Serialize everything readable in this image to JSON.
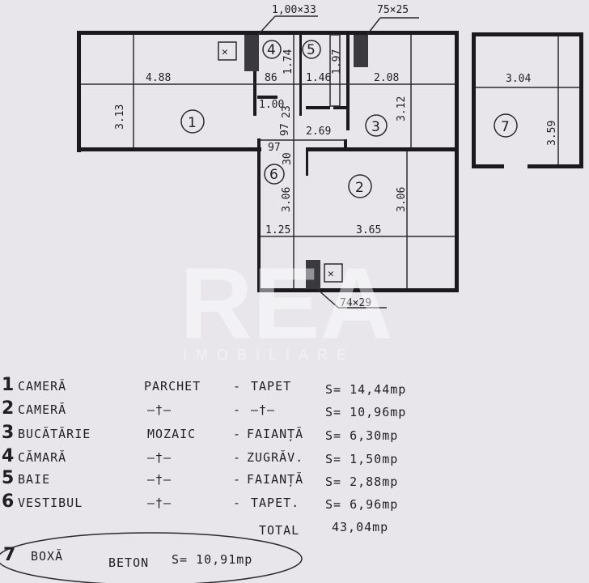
{
  "plan": {
    "chimney_labels": [
      "1,00×33",
      "75×25",
      "74×29"
    ],
    "room_numbers": [
      "1",
      "2",
      "3",
      "4",
      "5",
      "6",
      "7"
    ],
    "dimensions": {
      "room1_length": "4.88",
      "room1_width": "3.13",
      "room4_width": "86",
      "room4_length": "1.74",
      "room5_width": "1.46",
      "room5_length": "1.97",
      "room3_width": "2.08",
      "room3_length": "3.12",
      "hall_width": "2.69",
      "hall_door": "1.00",
      "hall_small1": "97",
      "hall_small2": "97",
      "hall_small3": "30",
      "hall_small4": "23",
      "room6_width": "1.25",
      "room6_length": "3.06",
      "room2_width": "3.65",
      "room2_length": "3.06",
      "room7_width": "3.04",
      "room7_length": "3.59"
    }
  },
  "watermark": {
    "brand": "REA",
    "sub": "IMOBILIARE"
  },
  "legend": {
    "rows": [
      {
        "no": "1",
        "name": "CAMERĂ",
        "floor": "PARCHET",
        "dash": "-",
        "wall": "TAPET",
        "area": "S= 14,44mp"
      },
      {
        "no": "2",
        "name": "CAMERĂ",
        "floor": "—†—",
        "dash": "-",
        "wall": "—†—",
        "area": "S= 10,96mp"
      },
      {
        "no": "3",
        "name": "BUCĂTĂRIE",
        "floor": "MOZAIC",
        "dash": "-",
        "wall": "FAIANȚĂ",
        "area": "S= 6,30mp"
      },
      {
        "no": "4",
        "name": "CĂMARĂ",
        "floor": "—†—",
        "dash": "-",
        "wall": "ZUGRĂV.",
        "area": "S= 1,50mp"
      },
      {
        "no": "5",
        "name": "BAIE",
        "floor": "—†—",
        "dash": "-",
        "wall": "FAIANȚĂ",
        "area": "S= 2,88mp"
      },
      {
        "no": "6",
        "name": "VESTIBUL",
        "floor": "—†—",
        "dash": "-",
        "wall": "TAPET.",
        "area": "S= 6,96mp"
      }
    ],
    "total_label": "TOTAL",
    "total_value": "43,04mp",
    "box": {
      "no": "7",
      "name": "BOXĂ",
      "floor": "BETON",
      "area": "S= 10,91mp"
    }
  }
}
